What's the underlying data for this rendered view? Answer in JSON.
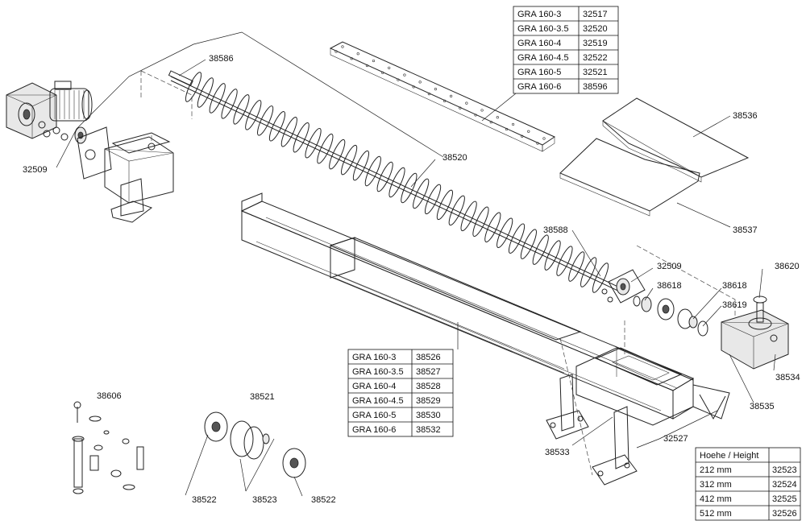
{
  "callouts": {
    "c38586": "38586",
    "c32509a": "32509",
    "c38520": "38520",
    "c38536": "38536",
    "c38537": "38537",
    "c38588": "38588",
    "c32509b": "32509",
    "c38618a": "38618",
    "c38618b": "38618",
    "c38620": "38620",
    "c38619": "38619",
    "c38534": "38534",
    "c38535": "38535",
    "c38533": "38533",
    "c32527": "32527",
    "c38606": "38606",
    "c38521": "38521",
    "c38522a": "38522",
    "c38523": "38523",
    "c38522b": "38522"
  },
  "table_cover": [
    {
      "model": "GRA 160-3",
      "part": "32517"
    },
    {
      "model": "GRA 160-3.5",
      "part": "32520"
    },
    {
      "model": "GRA 160-4",
      "part": "32519"
    },
    {
      "model": "GRA 160-4.5",
      "part": "32522"
    },
    {
      "model": "GRA 160-5",
      "part": "32521"
    },
    {
      "model": "GRA 160-6",
      "part": "38596"
    }
  ],
  "table_tube": [
    {
      "model": "GRA 160-3",
      "part": "38526"
    },
    {
      "model": "GRA 160-3.5",
      "part": "38527"
    },
    {
      "model": "GRA 160-4",
      "part": "38528"
    },
    {
      "model": "GRA 160-4.5",
      "part": "38529"
    },
    {
      "model": "GRA 160-5",
      "part": "38530"
    },
    {
      "model": "GRA 160-6",
      "part": "38532"
    }
  ],
  "table_height": {
    "header": "Hoehe / Height",
    "rows": [
      {
        "height": "212 mm",
        "part": "32523"
      },
      {
        "height": "312 mm",
        "part": "32524"
      },
      {
        "height": "412 mm",
        "part": "32525"
      },
      {
        "height": "512 mm",
        "part": "32526"
      }
    ]
  }
}
